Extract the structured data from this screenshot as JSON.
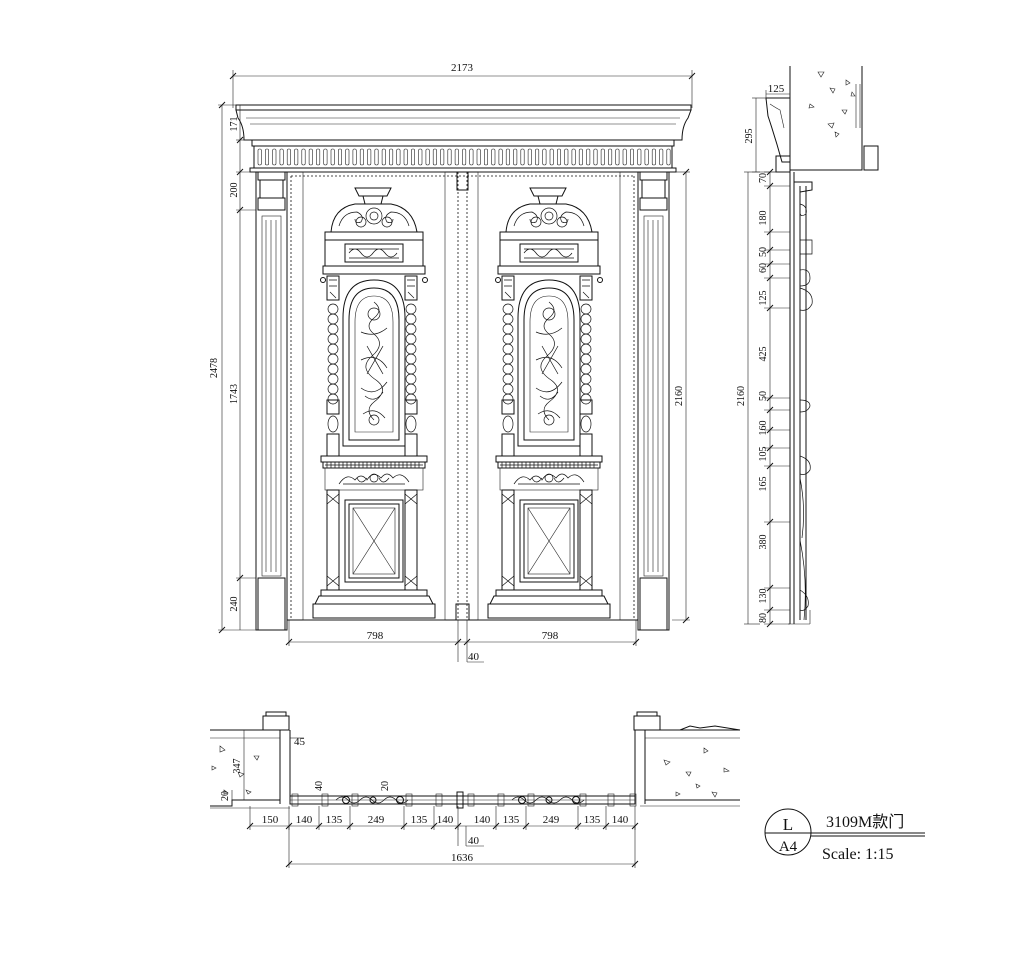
{
  "front_view": {
    "overall_width": "2173",
    "overall_height": "2478",
    "cornice_height": "171",
    "capital_height": "200",
    "column_height": "1743",
    "base_height": "240",
    "door_height": "2160",
    "leaf_width": "798",
    "leaf_width_right": "798",
    "center_gap": "40"
  },
  "side_section": {
    "width_top": "125",
    "top_height": "295",
    "door_height": "2160",
    "segments": [
      "70",
      "180",
      "50",
      "60",
      "125",
      "425",
      "50",
      "160",
      "105",
      "165",
      "380",
      "130",
      "80"
    ]
  },
  "plan_section": {
    "wall_depth": "347",
    "frame_top": "45",
    "stop": "40",
    "gap": "20",
    "sill": "20",
    "bottom_dims": [
      "150",
      "140",
      "135",
      "249",
      "135",
      "140",
      "140",
      "135",
      "249",
      "135",
      "140"
    ],
    "center_gap": "40",
    "total_width": "1636"
  },
  "title_block": {
    "letter": "L",
    "sheet": "A4",
    "model": "3109M款门",
    "scale": "Scale: 1:15"
  }
}
